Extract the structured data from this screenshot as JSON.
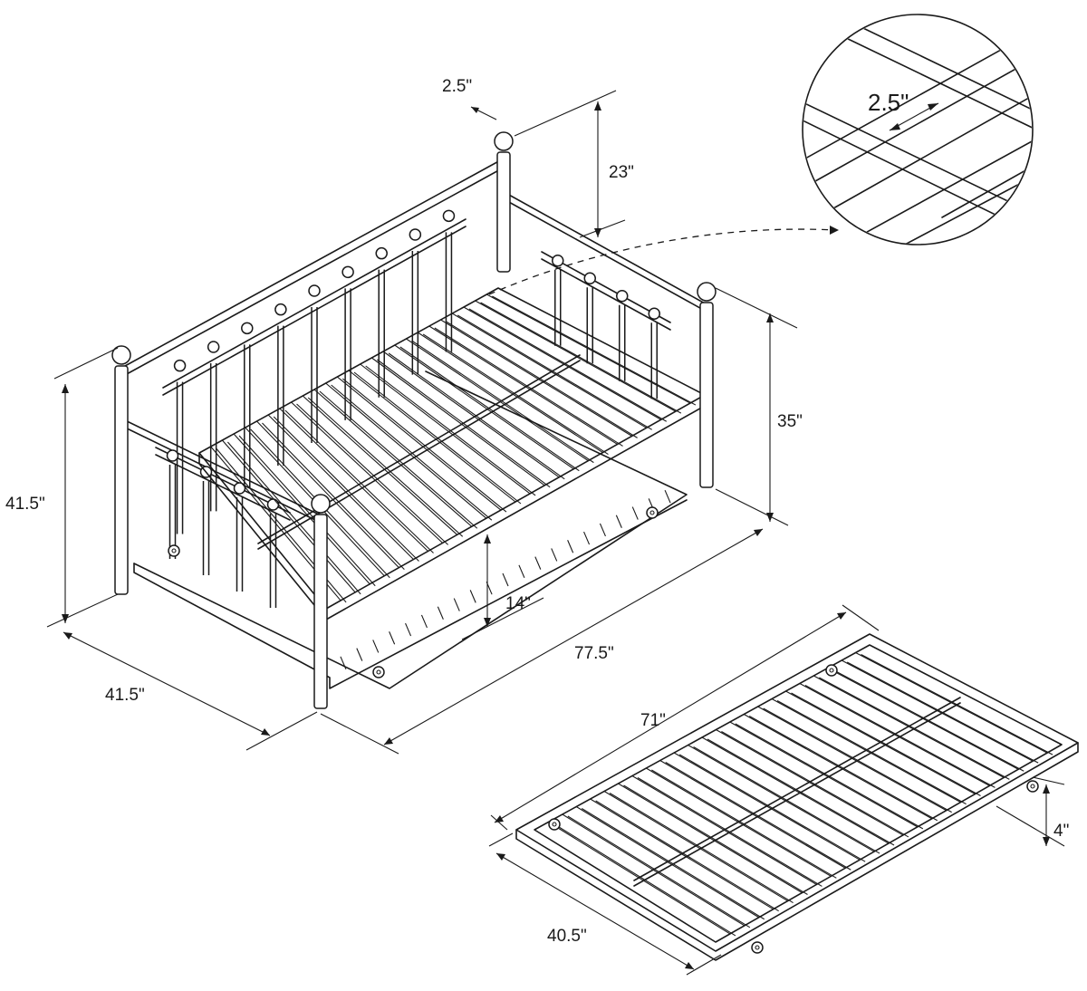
{
  "dimensions": {
    "finial_width": "2.5\"",
    "headboard_above_rail": "23\"",
    "overall_height": "41.5\"",
    "footboard_height": "35\"",
    "overall_depth": "41.5\"",
    "overall_length": "77.5\"",
    "trundle_clearance": "14\"",
    "detail_slat_width": "2.5\"",
    "trundle_length": "71\"",
    "trundle_width": "40.5\"",
    "trundle_height": "4\""
  },
  "icons": {
    "daybed": "daybed-frame-illustration",
    "trundle": "trundle-frame-illustration",
    "detail": "magnified-detail-circle"
  }
}
